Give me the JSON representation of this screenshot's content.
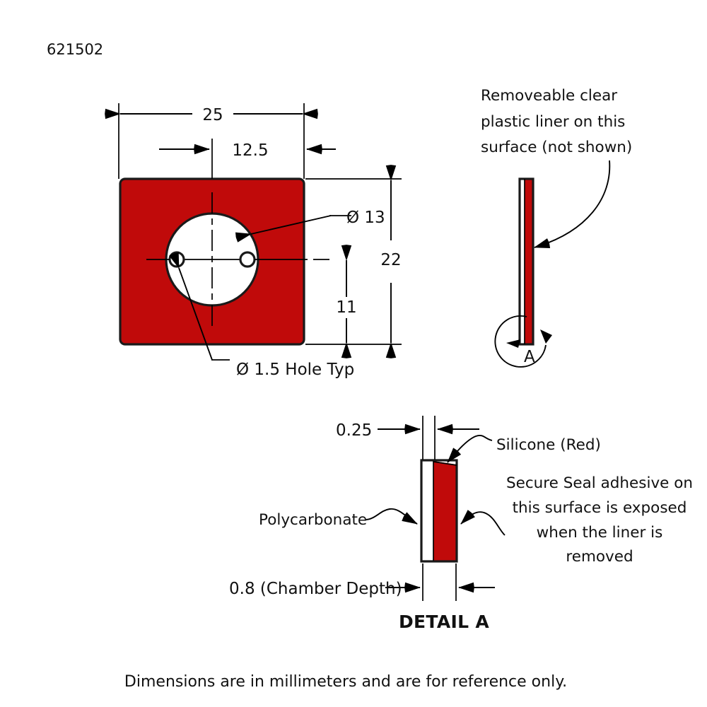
{
  "drawing": {
    "part_number": "621502",
    "footer_note": "Dimensions are in millimeters and are for reference only.",
    "detail_title": "DETAIL A",
    "detail_letter": "A",
    "colors": {
      "silicone_red": "#c00a0a",
      "polycarbonate_white": "#ffffff",
      "line_black": "#000000"
    },
    "front_view": {
      "dimensions": {
        "overall_width": "25",
        "half_width": "12.5",
        "overall_height": "22",
        "half_height": "11",
        "bore_diameter": "Ø 13",
        "small_hole_callout": "Ø 1.5 Hole Typ"
      }
    },
    "side_view": {
      "note": "Removeable clear plastic liner on this surface (not shown)",
      "note_lines": [
        "Removeable clear",
        "plastic liner on this",
        "surface (not shown)"
      ]
    },
    "detail_view": {
      "dimensions": {
        "silicone_thickness": "0.25",
        "chamber_depth": "0.8 (Chamber Depth)"
      },
      "labels": {
        "silicone": "Silicone (Red)",
        "polycarbonate": "Polycarbonate",
        "adhesive_note": "Secure Seal adhesive on this surface is exposed when the liner is removed",
        "adhesive_note_lines": [
          "Secure Seal adhesive on",
          "this surface is exposed",
          "when the liner is",
          "removed"
        ]
      }
    }
  }
}
